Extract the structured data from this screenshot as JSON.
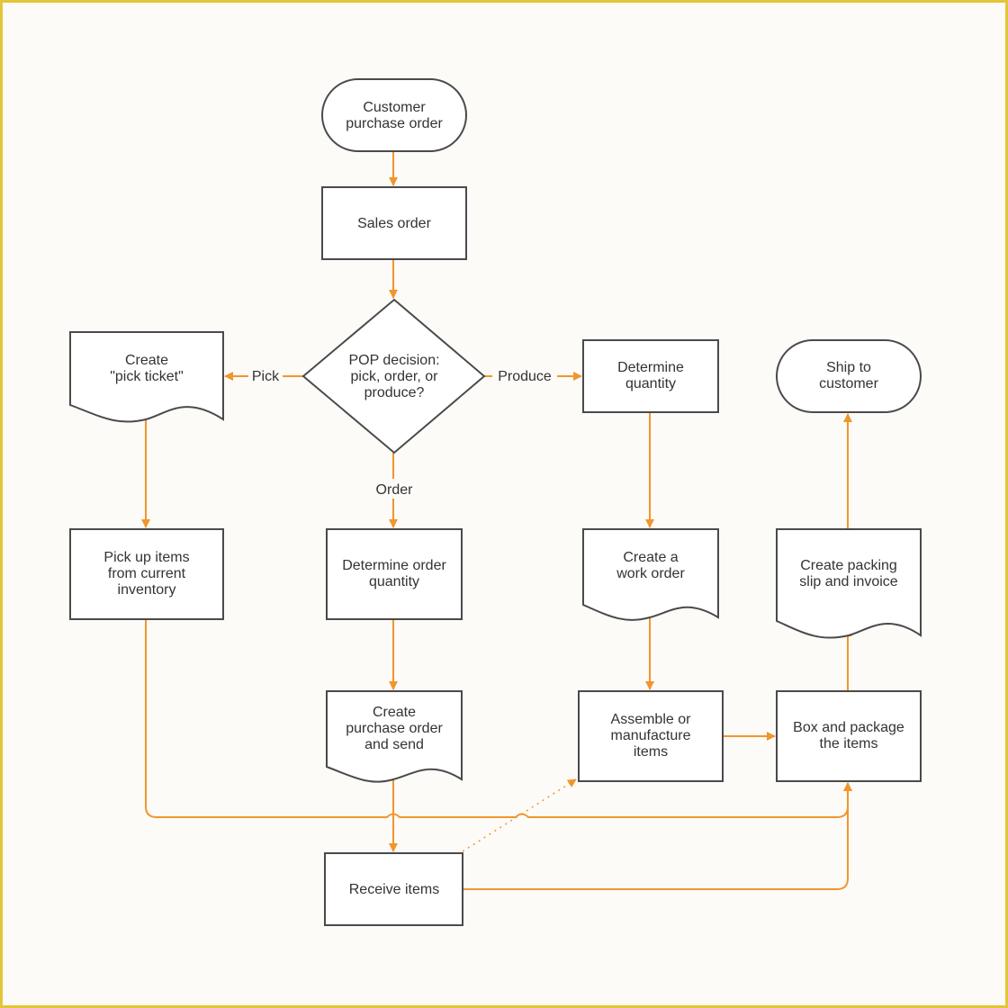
{
  "nodes": {
    "customer_po": [
      "Customer",
      "purchase order"
    ],
    "sales_order": [
      "Sales order"
    ],
    "pop_decision": [
      "POP decision:",
      "pick, order, or",
      "produce?"
    ],
    "pick_ticket": [
      "Create",
      "\"pick ticket\""
    ],
    "determine_qty": [
      "Determine",
      "quantity"
    ],
    "ship": [
      "Ship to",
      "customer"
    ],
    "pick_items": [
      "Pick up items",
      "from current",
      "inventory"
    ],
    "order_qty": [
      "Determine order",
      "quantity"
    ],
    "work_order": [
      "Create a",
      "work order"
    ],
    "packing_slip": [
      "Create packing",
      "slip and invoice"
    ],
    "create_po": [
      "Create",
      "purchase order",
      "and send"
    ],
    "assemble": [
      "Assemble or",
      "manufacture",
      "items"
    ],
    "box": [
      "Box and package",
      "the items"
    ],
    "receive": [
      "Receive items"
    ]
  },
  "edge_labels": {
    "pick": "Pick",
    "produce": "Produce",
    "order": "Order"
  },
  "colors": {
    "flow": "#f0962c",
    "node_stroke": "#4a4a4a",
    "frame": "#e2c63a"
  }
}
